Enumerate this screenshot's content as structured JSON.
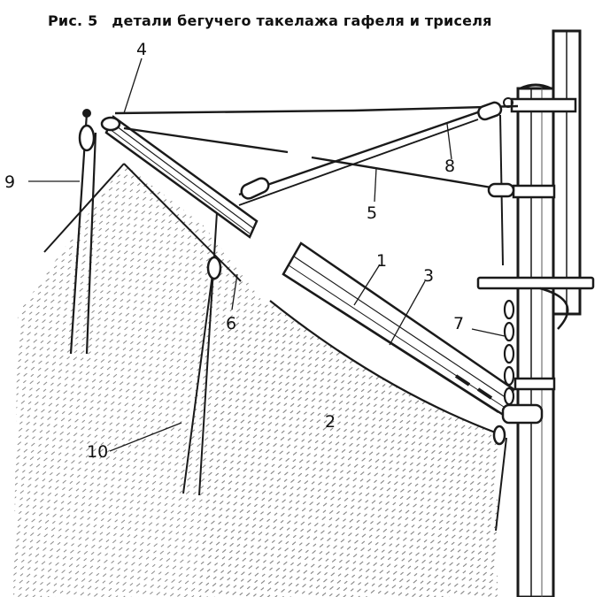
{
  "caption": {
    "figure": "Рис. 5",
    "title": "детали бегучего такелажа гафеля и триселя"
  },
  "labels": [
    "1",
    "2",
    "3",
    "4",
    "5",
    "6",
    "7",
    "8",
    "9",
    "10"
  ],
  "colors": {
    "ink": "#1a1a1a",
    "paper": "#ffffff",
    "hatch": "#8a8a8a"
  }
}
